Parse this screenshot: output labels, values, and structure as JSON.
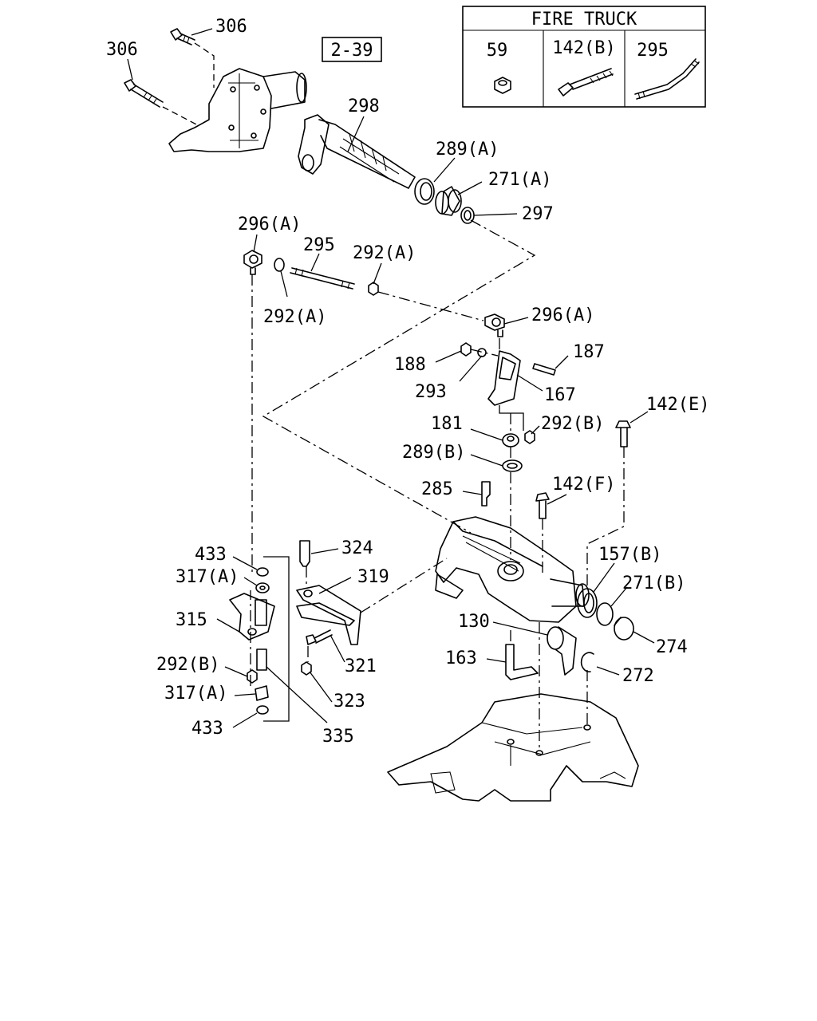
{
  "inset": {
    "title": "FIRE TRUCK",
    "items": [
      {
        "label": "59"
      },
      {
        "label": "142(B)"
      },
      {
        "label": "295"
      }
    ]
  },
  "reference": "2-39",
  "callouts": [
    {
      "id": "306-top",
      "text": "306"
    },
    {
      "id": "306-left",
      "text": "306"
    },
    {
      "id": "298",
      "text": "298"
    },
    {
      "id": "289A",
      "text": "289(A)"
    },
    {
      "id": "271A",
      "text": "271(A)"
    },
    {
      "id": "297",
      "text": "297"
    },
    {
      "id": "296A-top",
      "text": "296(A)"
    },
    {
      "id": "295",
      "text": "295"
    },
    {
      "id": "292A-right",
      "text": "292(A)"
    },
    {
      "id": "292A-left",
      "text": "292(A)"
    },
    {
      "id": "296A-right",
      "text": "296(A)"
    },
    {
      "id": "188",
      "text": "188"
    },
    {
      "id": "187",
      "text": "187"
    },
    {
      "id": "293",
      "text": "293"
    },
    {
      "id": "167",
      "text": "167"
    },
    {
      "id": "142E",
      "text": "142(E)"
    },
    {
      "id": "181",
      "text": "181"
    },
    {
      "id": "292B-upper",
      "text": "292(B)"
    },
    {
      "id": "289B",
      "text": "289(B)"
    },
    {
      "id": "285",
      "text": "285"
    },
    {
      "id": "142F",
      "text": "142(F)"
    },
    {
      "id": "433-top",
      "text": "433"
    },
    {
      "id": "324",
      "text": "324"
    },
    {
      "id": "157B",
      "text": "157(B)"
    },
    {
      "id": "317A-top",
      "text": "317(A)"
    },
    {
      "id": "319",
      "text": "319"
    },
    {
      "id": "271B",
      "text": "271(B)"
    },
    {
      "id": "315",
      "text": "315"
    },
    {
      "id": "130",
      "text": "130"
    },
    {
      "id": "274",
      "text": "274"
    },
    {
      "id": "321",
      "text": "321"
    },
    {
      "id": "292B-lower",
      "text": "292(B)"
    },
    {
      "id": "163",
      "text": "163"
    },
    {
      "id": "272",
      "text": "272"
    },
    {
      "id": "317A-bottom",
      "text": "317(A)"
    },
    {
      "id": "323",
      "text": "323"
    },
    {
      "id": "433-bottom",
      "text": "433"
    },
    {
      "id": "335",
      "text": "335"
    }
  ]
}
